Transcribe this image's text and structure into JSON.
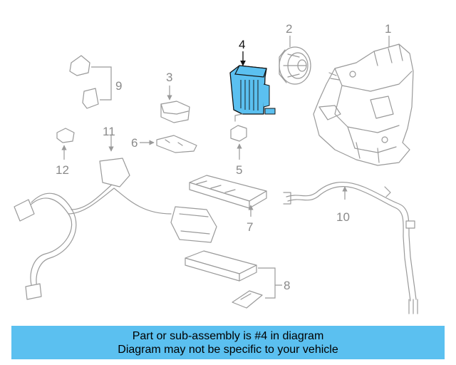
{
  "callouts": {
    "c1": "1",
    "c2": "2",
    "c3": "3",
    "c4": "4",
    "c5": "5",
    "c6": "6",
    "c7": "7",
    "c8": "8",
    "c9": "9",
    "c10": "10",
    "c11": "11",
    "c12": "12"
  },
  "highlight": {
    "part_number": "4",
    "color": "#5bc0f0"
  },
  "banner": {
    "line1": "Part or sub-assembly is #4 in diagram",
    "line2": "Diagram may not be specific to your vehicle",
    "color": "#5bc0f0"
  }
}
